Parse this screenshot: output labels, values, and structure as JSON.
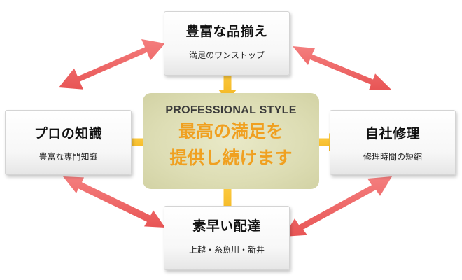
{
  "diagram": {
    "center": {
      "eyebrow": "PROFESSIONAL STYLE",
      "headline_line1": "最高の満足を",
      "headline_line2": "提供し続けます"
    },
    "nodes": {
      "top": {
        "title": "豊富な品揃え",
        "subtitle": "満足のワンストップ"
      },
      "left": {
        "title": "プロの知識",
        "subtitle": "豊富な専門知識"
      },
      "right": {
        "title": "自社修理",
        "subtitle": "修理時間の短縮"
      },
      "bottom": {
        "title": "素早い配達",
        "subtitle": "上越・糸魚川・新井"
      }
    },
    "colors": {
      "outer_arrows": "#f06a6a",
      "inner_arrows": "#f5c030",
      "headline": "#f0a020",
      "center_panel": "#e0e0b8"
    }
  }
}
